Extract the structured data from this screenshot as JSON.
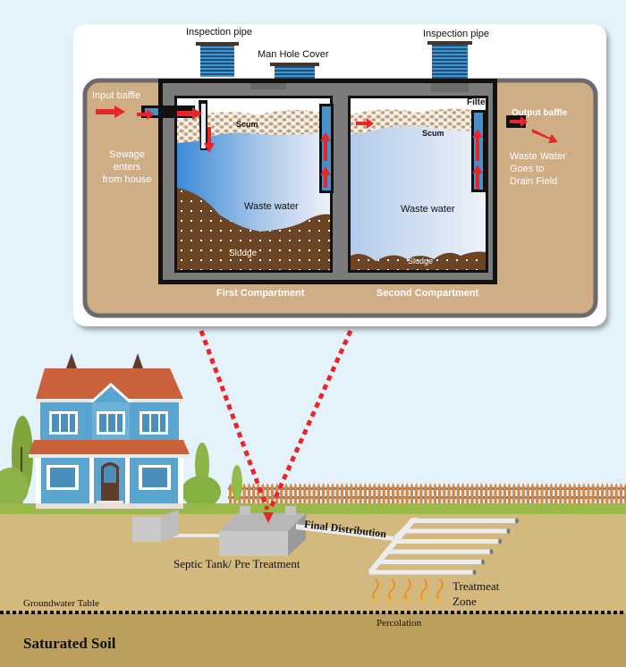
{
  "inset": {
    "labels": {
      "inspection_pipe_1": "Inspection pipe",
      "inspection_pipe_2": "Inspection pipe",
      "manhole_cover": "Man Hole Cover",
      "input_baffle": "Input baffle",
      "sewage_enters": [
        "Sewage",
        "enters",
        "from house"
      ],
      "scum_1": "Scum",
      "scum_2": "Scum",
      "waste_water_1": "Waste water",
      "waste_water_2": "Waste water",
      "sludge_1": "Sludge",
      "sludge_2": "Sludge",
      "filter": "Filter",
      "output_baffle": "Output baffle",
      "waste_water_goes": [
        "Waste Water",
        "Goes to",
        "Drain Field"
      ],
      "first_compartment": "First Compartment",
      "second_compartment": "Second Compartment"
    }
  },
  "ground": {
    "labels": {
      "septic_tank": "Septic Tank/ Pre Treatment",
      "final_distribution": "Final Distribution",
      "treatment_zone": [
        "Treatmeat",
        "Zone"
      ],
      "groundwater_table": "Groundwater Table",
      "percolation": "Percolation",
      "saturated_soil": "Saturated Soil"
    }
  },
  "colors": {
    "sky": "#e4f3fb",
    "soil": "#d4b97f",
    "saturated_soil": "#bc9f5d",
    "tank_surround": "#cfae86",
    "tank_wall": "#7b7b7b",
    "sludge": "#6b4423",
    "scum": "#c8a277",
    "water_dark": "#3a8ad6",
    "water_light": "#e8eef8",
    "arrow_red": "#e8262a",
    "house_blue": "#5aa5cf",
    "roof": "#c9613a",
    "fence": "#d08a4c",
    "grass": "#9ab948"
  }
}
